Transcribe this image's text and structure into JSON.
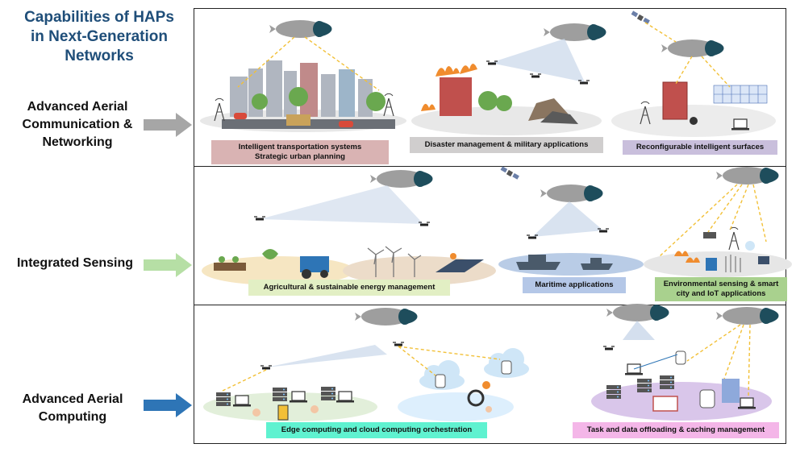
{
  "title": "Capabilities of HAPs in Next-Generation Networks",
  "title_lines": [
    "Capabilities of HAPs",
    "in Next-Generation",
    "Networks"
  ],
  "rows": [
    {
      "label_lines": [
        "Advanced Aerial",
        "Communication &",
        "Networking"
      ],
      "arrow_color": "#a6a6a6",
      "panels": [
        {
          "caption_lines": [
            "Intelligent transportation systems",
            "Strategic urban planning"
          ],
          "caption_color": "#d9b3b3"
        },
        {
          "caption_lines": [
            "Disaster management & military applications"
          ],
          "caption_color": "#d0cece"
        },
        {
          "caption_lines": [
            "Reconfigurable intelligent surfaces"
          ],
          "caption_color": "#c9bfdc"
        }
      ]
    },
    {
      "label_lines": [
        "Integrated Sensing"
      ],
      "arrow_color": "#b6dfa5",
      "panels": [
        {
          "caption_lines": [
            "Agricultural & sustainable energy management"
          ],
          "caption_color": "#e2efc4"
        },
        {
          "caption_lines": [
            "Maritime applications"
          ],
          "caption_color": "#b4c7e7"
        },
        {
          "caption_lines": [
            "Environmental sensing & smart",
            "city and  IoT applications"
          ],
          "caption_color": "#a9d18e"
        }
      ]
    },
    {
      "label_lines": [
        "Advanced Aerial",
        "Computing"
      ],
      "arrow_color": "#2e75b6",
      "panels": [
        {
          "caption_lines": [
            "Edge computing and  cloud computing orchestration"
          ],
          "caption_color": "#5ff2d0"
        },
        {
          "caption_lines": [
            "Task and data offloading & caching management"
          ],
          "caption_color": "#f4b6e8"
        }
      ]
    }
  ],
  "colors": {
    "title": "#1f4e79",
    "hap_body": "#9e9e9e",
    "hap_nose": "#1e4d5c",
    "link": "#f2c037",
    "beam": "#c9d7ea"
  }
}
